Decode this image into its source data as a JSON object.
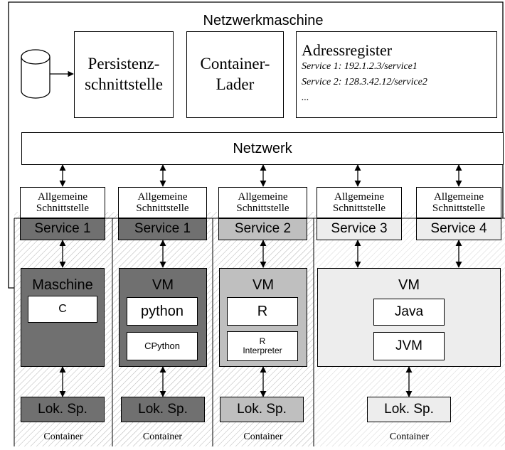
{
  "machine": {
    "title": "Netzwerkmaschine",
    "persistence": "Persistenz-\nschnittstelle",
    "loader": "Container-\nLader",
    "registry": {
      "title": "Adressregister",
      "entries": [
        "Service 1: 192.1.2.3/service1",
        "Service 2: 128.3.42.12/service2",
        "..."
      ]
    }
  },
  "network": "Netzwerk",
  "interface_label": "Allgemeine\nSchnittstelle",
  "columns": [
    {
      "service": "Service 1",
      "runtime": "Maschine",
      "inner": [
        "C"
      ],
      "storage": "Lok. Sp.",
      "container": "Container"
    },
    {
      "service": "Service 1",
      "runtime": "VM",
      "inner": [
        "python",
        "CPython"
      ],
      "storage": "Lok. Sp.",
      "container": "Container"
    },
    {
      "service": "Service 2",
      "runtime": "VM",
      "inner": [
        "R",
        "R\nInterpreter"
      ],
      "storage": "Lok. Sp.",
      "container": "Container"
    },
    {
      "service": "Service 3",
      "runtime": "VM",
      "inner": [
        "Java",
        "JVM"
      ],
      "storage": "Lok. Sp.",
      "container": "Container"
    },
    {
      "service": "Service 4"
    }
  ],
  "colors": {
    "dark": "#707070",
    "medium": "#bfbfbf",
    "light": "#ededed",
    "white": "#ffffff",
    "stroke": "#000000"
  }
}
